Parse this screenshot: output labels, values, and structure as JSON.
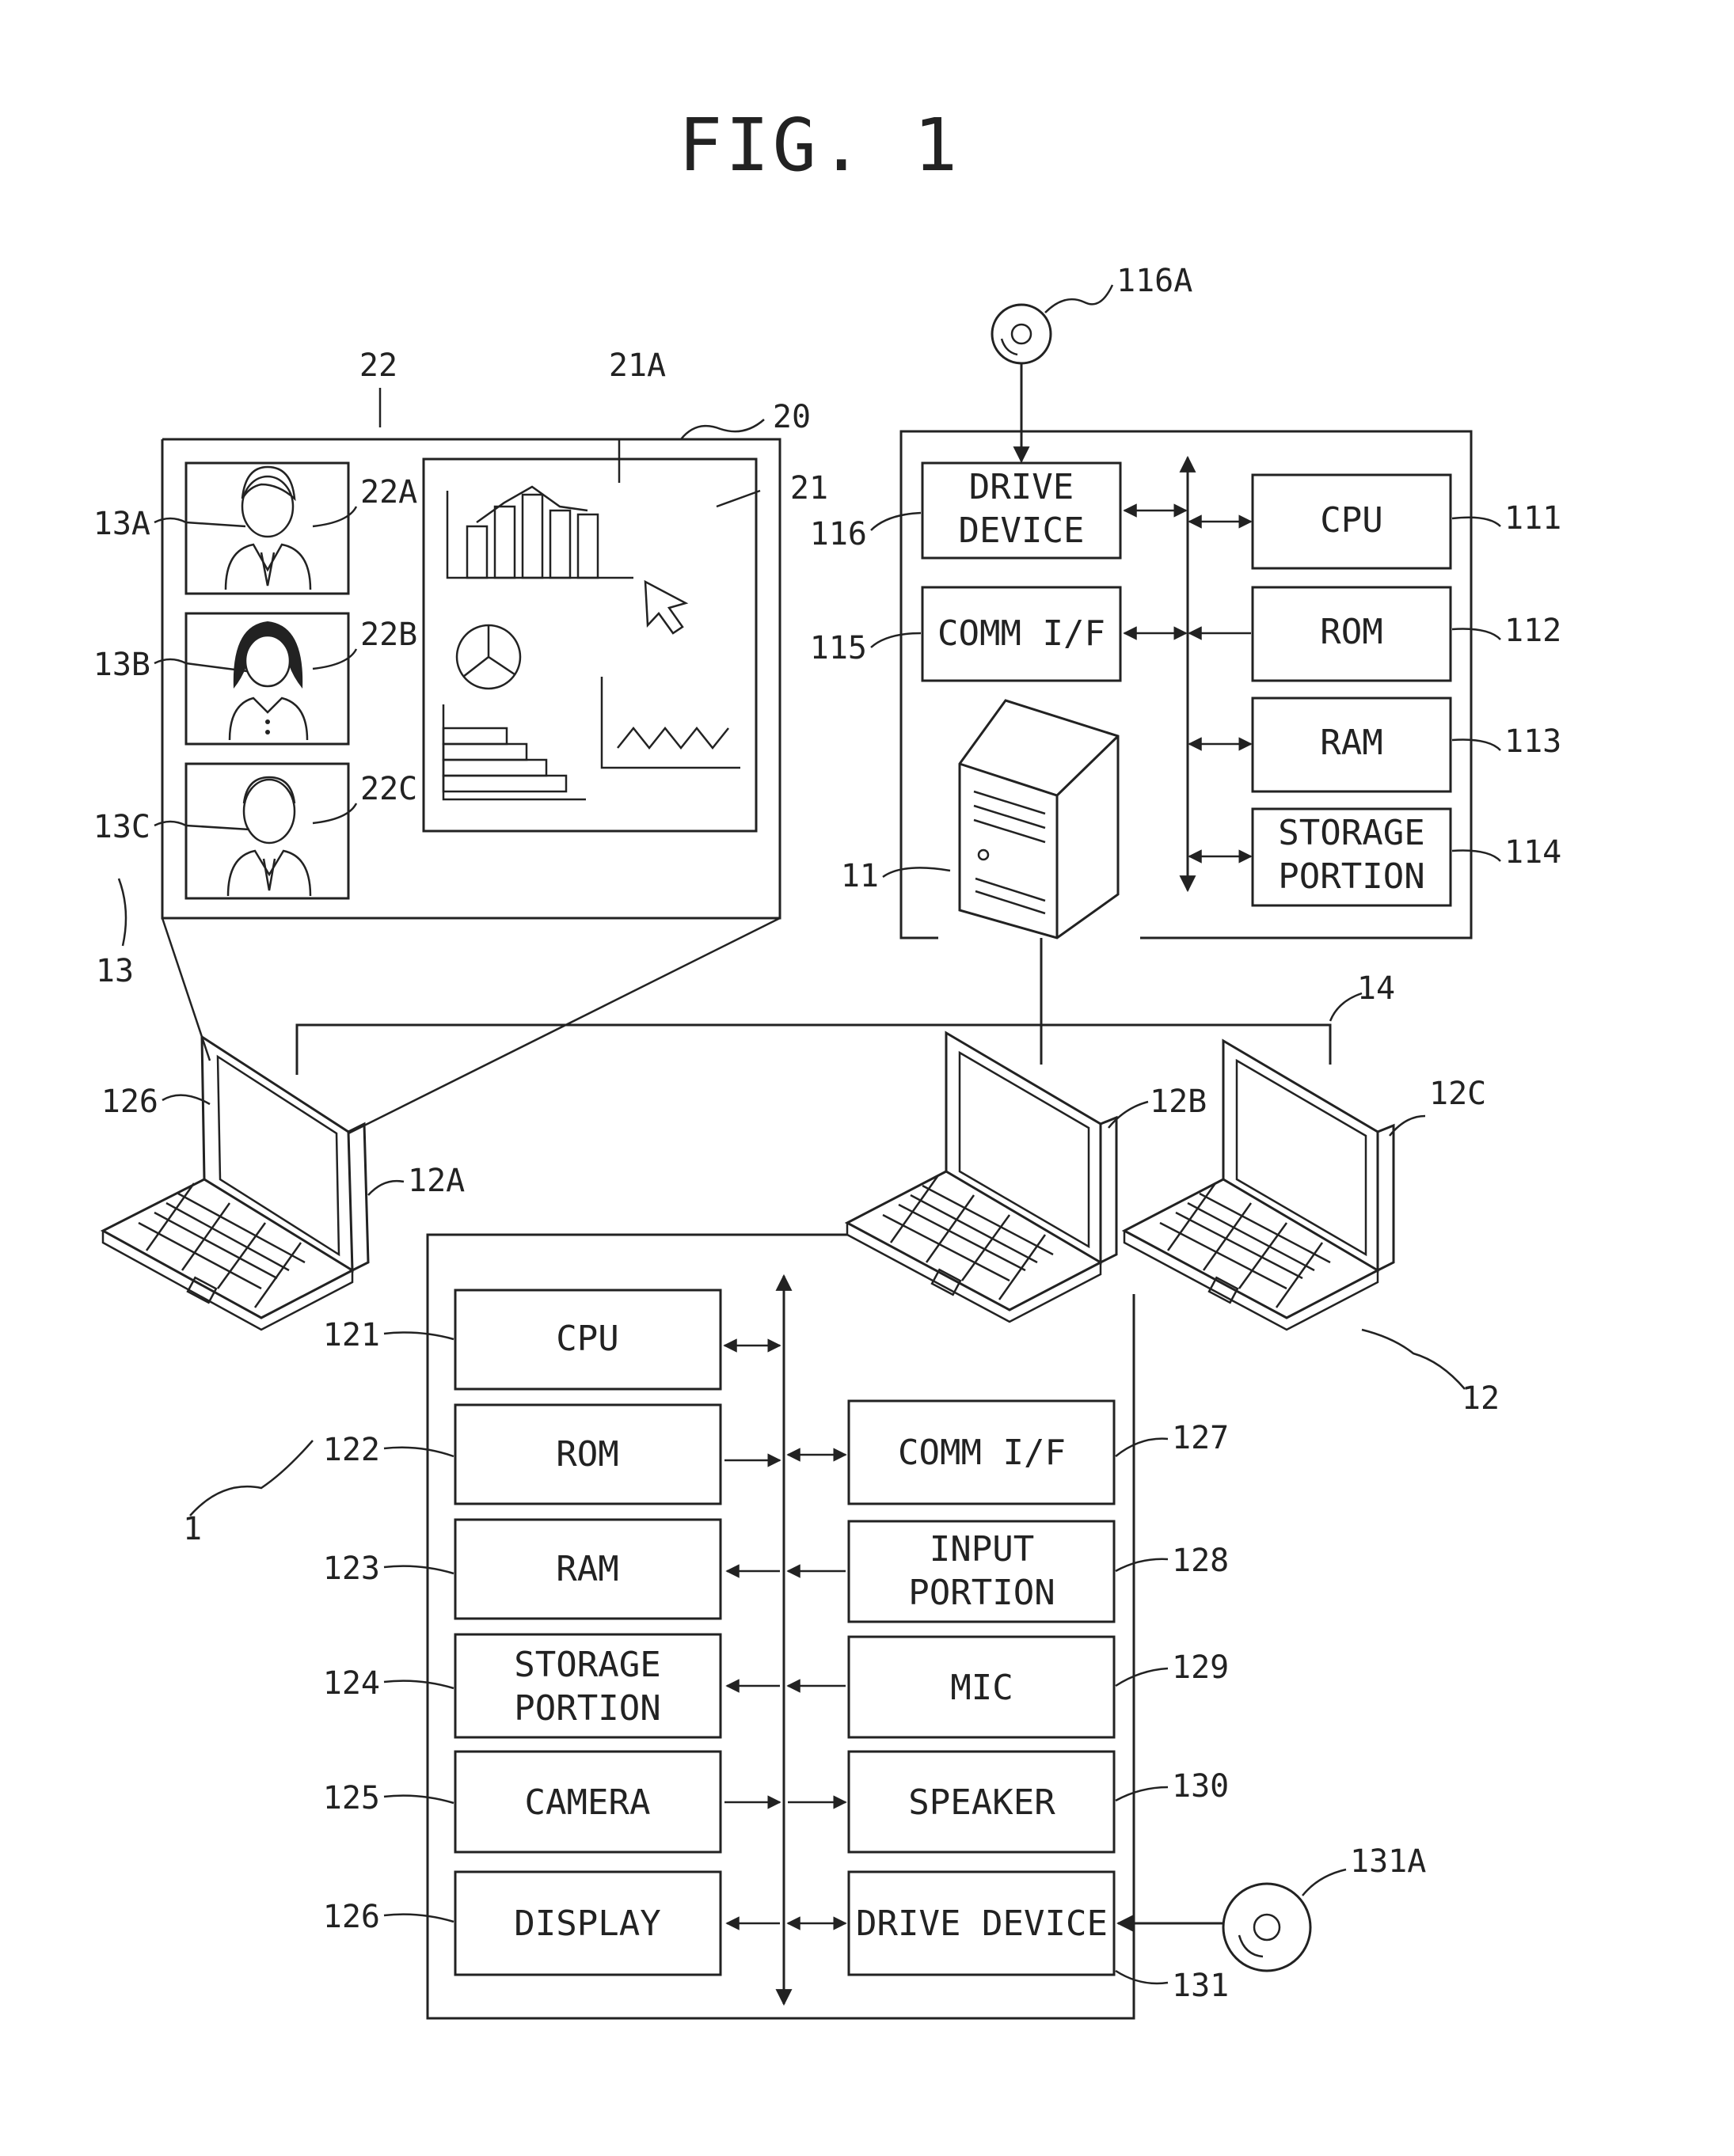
{
  "title": "FIG. 1",
  "refs": {
    "system": "1",
    "server": "11",
    "terminals": "12",
    "terminal_a": "12A",
    "terminal_b": "12B",
    "terminal_c": "12C",
    "users": "13",
    "user_a": "13A",
    "user_b": "13B",
    "user_c": "13C",
    "network": "14",
    "screen": "20",
    "shared_area": "21",
    "shared_area_a": "21A",
    "video_area": "22",
    "video_a": "22A",
    "video_b": "22B",
    "video_c": "22C",
    "srv_cpu": "111",
    "srv_rom": "112",
    "srv_ram": "113",
    "srv_storage": "114",
    "srv_comm": "115",
    "srv_drive": "116",
    "srv_disk": "116A",
    "term_cpu": "121",
    "term_rom": "122",
    "term_ram": "123",
    "term_storage": "124",
    "term_camera": "125",
    "term_display": "126",
    "laptop_display": "126",
    "term_comm": "127",
    "term_input": "128",
    "term_mic": "129",
    "term_speaker": "130",
    "term_drive": "131",
    "term_disk": "131A"
  },
  "server_blocks": {
    "drive_line1": "DRIVE",
    "drive_line2": "DEVICE",
    "comm": "COMM I/F",
    "cpu": "CPU",
    "rom": "ROM",
    "ram": "RAM",
    "storage_line1": "STORAGE",
    "storage_line2": "PORTION"
  },
  "terminal_blocks": {
    "cpu": "CPU",
    "rom": "ROM",
    "ram": "RAM",
    "storage_line1": "STORAGE",
    "storage_line2": "PORTION",
    "camera": "CAMERA",
    "display": "DISPLAY",
    "comm": "COMM I/F",
    "input_line1": "INPUT",
    "input_line2": "PORTION",
    "mic": "MIC",
    "speaker": "SPEAKER",
    "drive": "DRIVE DEVICE"
  }
}
